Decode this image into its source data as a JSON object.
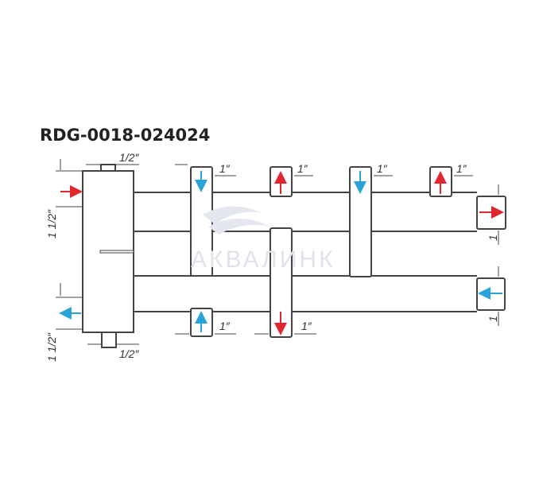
{
  "title": "RDG-0018-024024",
  "watermark": "АКВАЛИНК",
  "dimensions": {
    "top_nipple": "1/2″",
    "bottom_nipple": "1/2″",
    "left_top": "1 1/2″",
    "left_bottom": "1 1/2″",
    "branch": "1″",
    "right_outlet": "1"
  },
  "colors": {
    "supply": "#e0262e",
    "return": "#2aa3d8",
    "line": "#444444",
    "watermark": "#dfe3ea"
  }
}
